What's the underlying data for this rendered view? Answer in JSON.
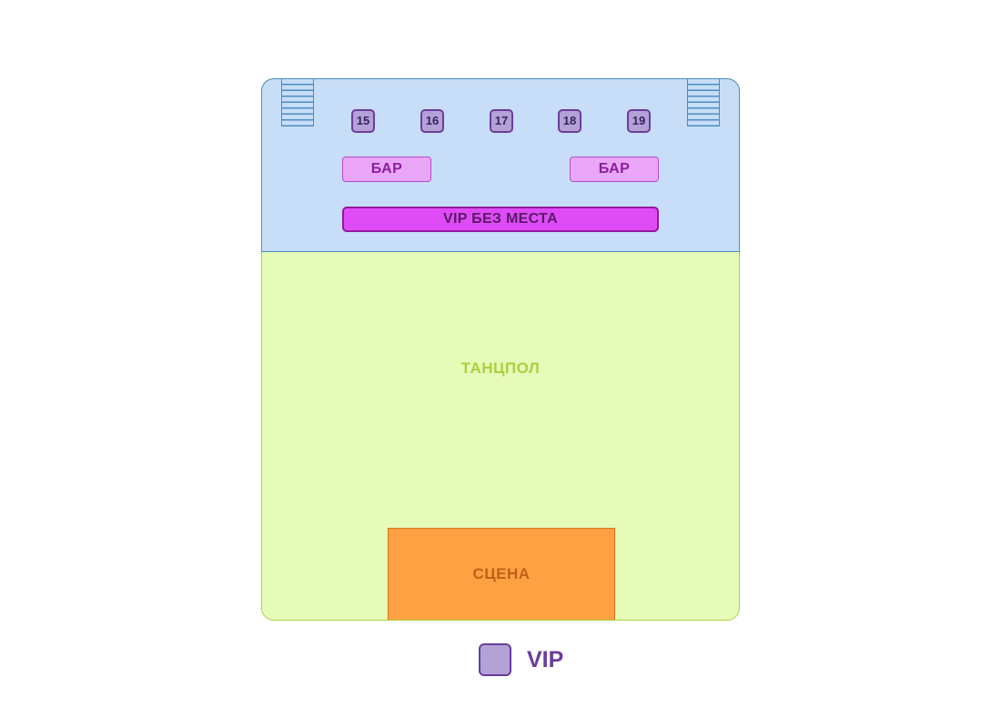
{
  "colors": {
    "vip_seat_fill": "#b3a2d6",
    "vip_seat_border": "#6a3d9a",
    "vip_zone_fill": "#c8ddf7",
    "bar_fill": "#eaa6f6",
    "vip_standing_fill": "#df4cf6",
    "dancefloor_fill": "#e7fbb9",
    "stage_fill": "#fea142"
  },
  "vip_zone": {
    "tables": [
      "15",
      "16",
      "17",
      "18",
      "19"
    ],
    "bar_left_label": "БАР",
    "bar_right_label": "БАР",
    "vip_standing_label": "VIP БЕЗ МЕСТА"
  },
  "dancefloor": {
    "label": "ТАНЦПОЛ"
  },
  "stage": {
    "label": "СЦЕНА"
  },
  "legend": {
    "vip_label": "VIP"
  }
}
